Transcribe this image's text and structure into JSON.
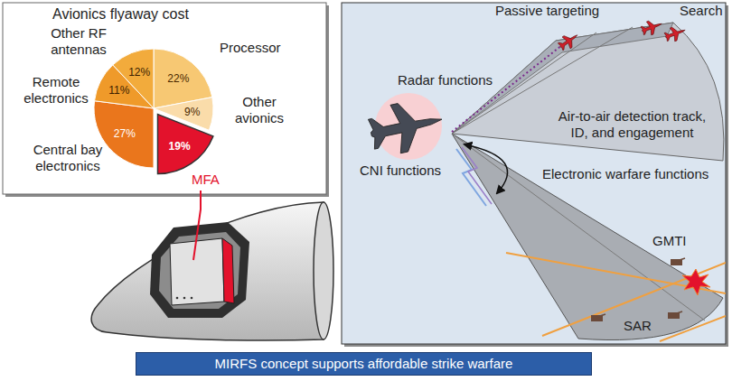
{
  "diagram": {
    "caption": "MIRFS concept supports affordable strike warfare",
    "labels": [
      "Avionics flyaway cost",
      "Other RF antennas",
      "Processor",
      "Remote electronics",
      "12%",
      "22%",
      "11%",
      "9%",
      "Other avionics",
      "27%",
      "19%",
      "Central bay electronics",
      "MFA",
      "Passive targeting",
      "Search",
      "Radar functions",
      "Air-to-air detection track, ID, and engagement",
      "CNI functions",
      "Electronic warfare functions",
      "GMTI",
      "SAR"
    ]
  }
}
